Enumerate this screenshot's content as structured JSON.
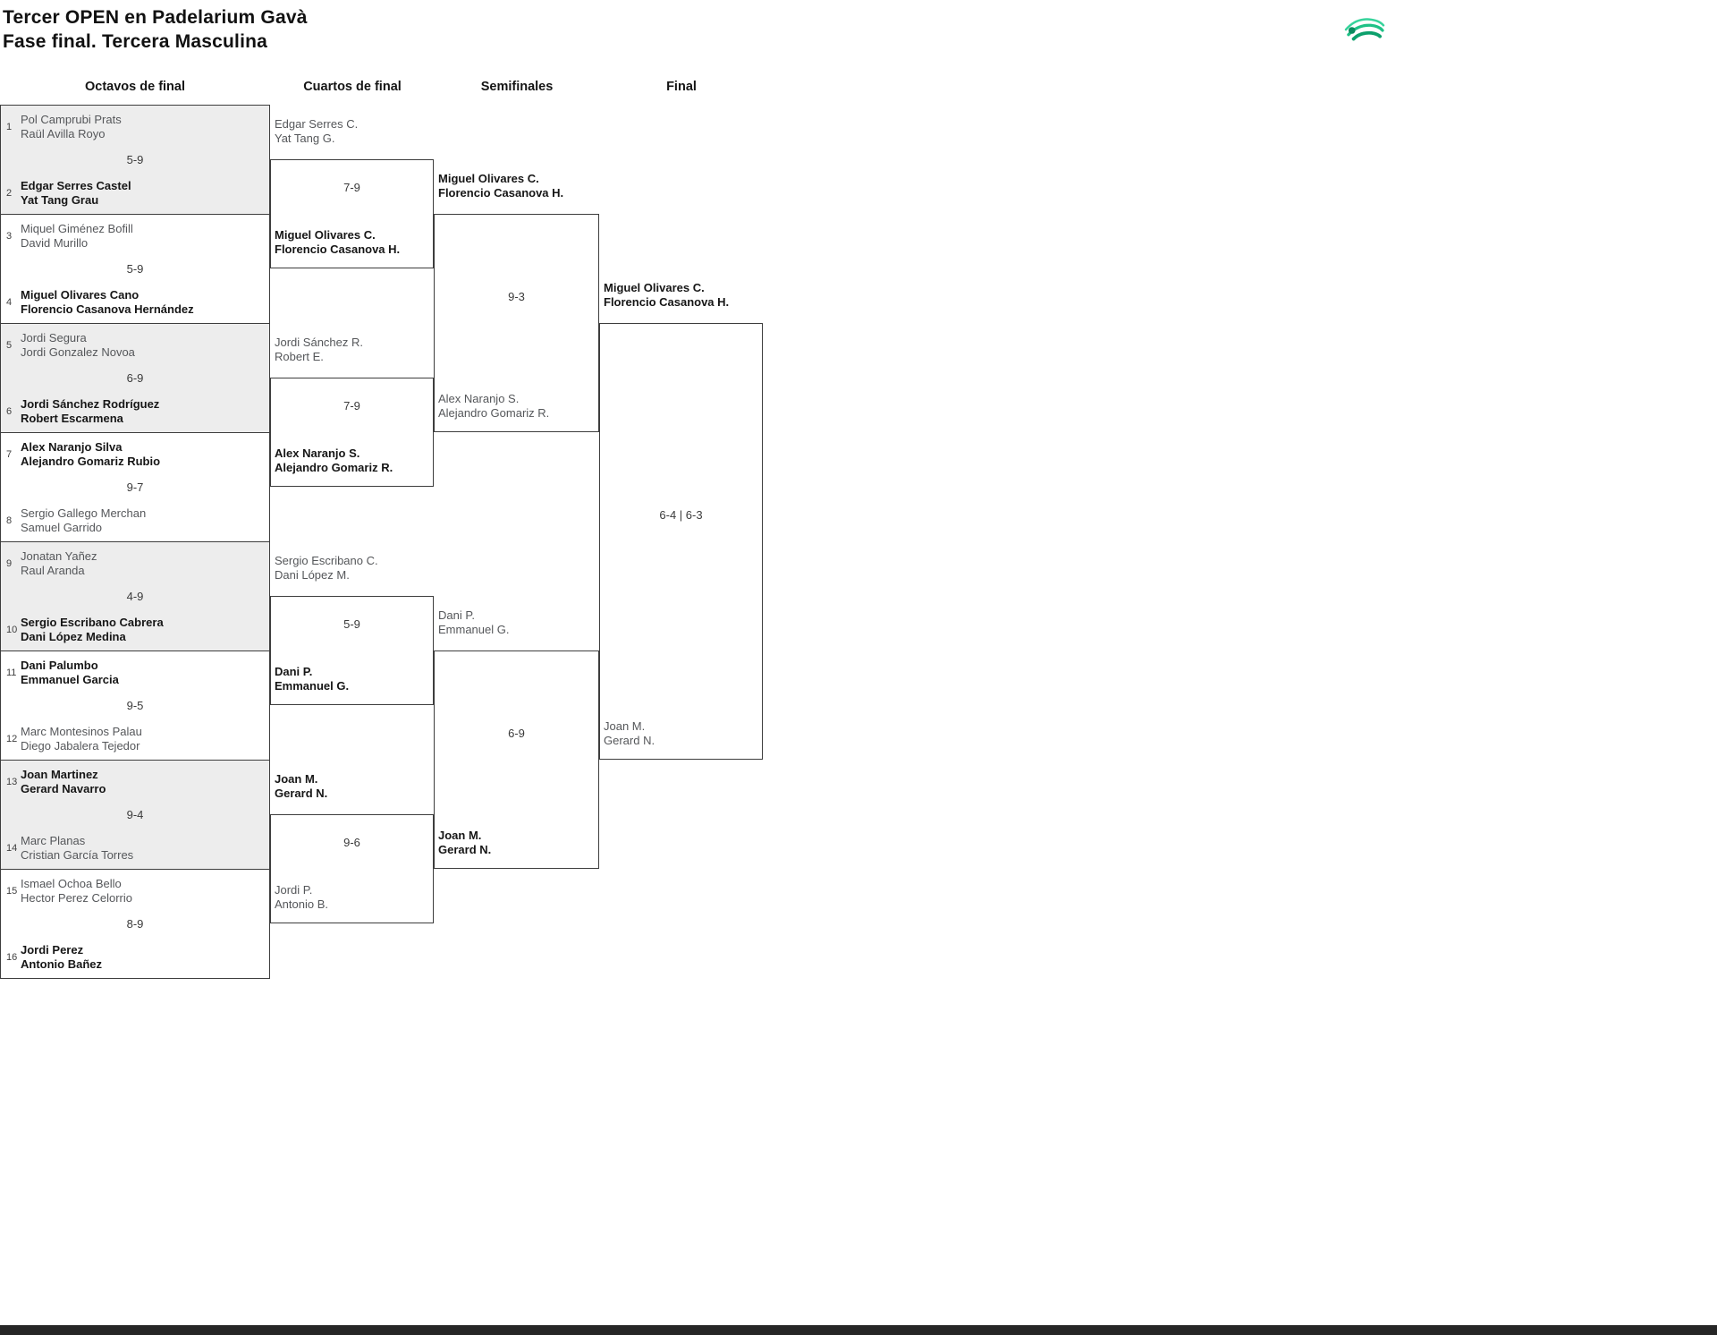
{
  "page": {
    "title_line1": "Tercer OPEN en Padelarium Gavà",
    "title_line2": "Fase final. Tercera Masculina"
  },
  "round_headers": [
    "Octavos de final",
    "Cuartos de final",
    "Semifinales",
    "Final"
  ],
  "octavos": {
    "matches": [
      {
        "score": "5-9",
        "winner": "team2",
        "team1": {
          "seed": "1",
          "player1": "Pol Camprubi Prats",
          "player2": "Raül Avilla Royo"
        },
        "team2": {
          "seed": "2",
          "player1": "Edgar Serres Castel",
          "player2": "Yat Tang Grau"
        }
      },
      {
        "score": "5-9",
        "winner": "team2",
        "team1": {
          "seed": "3",
          "player1": "Miquel Giménez Bofill",
          "player2": "David Murillo"
        },
        "team2": {
          "seed": "4",
          "player1": "Miguel Olivares Cano",
          "player2": "Florencio Casanova Hernández"
        }
      },
      {
        "score": "6-9",
        "winner": "team2",
        "team1": {
          "seed": "5",
          "player1": "Jordi Segura",
          "player2": "Jordi Gonzalez Novoa"
        },
        "team2": {
          "seed": "6",
          "player1": "Jordi Sánchez Rodríguez",
          "player2": "Robert Escarmena"
        }
      },
      {
        "score": "9-7",
        "winner": "team1",
        "team1": {
          "seed": "7",
          "player1": "Alex Naranjo Silva",
          "player2": "Alejandro Gomariz Rubio"
        },
        "team2": {
          "seed": "8",
          "player1": "Sergio Gallego Merchan",
          "player2": "Samuel Garrido"
        }
      },
      {
        "score": "4-9",
        "winner": "team2",
        "team1": {
          "seed": "9",
          "player1": "Jonatan Yañez",
          "player2": "Raul Aranda"
        },
        "team2": {
          "seed": "10",
          "player1": "Sergio Escribano Cabrera",
          "player2": "Dani López Medina"
        }
      },
      {
        "score": "9-5",
        "winner": "team1",
        "team1": {
          "seed": "11",
          "player1": "Dani Palumbo",
          "player2": "Emmanuel Garcia"
        },
        "team2": {
          "seed": "12",
          "player1": "Marc Montesinos Palau",
          "player2": "Diego Jabalera Tejedor"
        }
      },
      {
        "score": "9-4",
        "winner": "team1",
        "team1": {
          "seed": "13",
          "player1": "Joan Martinez",
          "player2": "Gerard Navarro"
        },
        "team2": {
          "seed": "14",
          "player1": "Marc Planas",
          "player2": "Cristian García Torres"
        }
      },
      {
        "score": "8-9",
        "winner": "team2",
        "team1": {
          "seed": "15",
          "player1": "Ismael Ochoa Bello",
          "player2": "Hector Perez Celorrio"
        },
        "team2": {
          "seed": "16",
          "player1": "Jordi Perez",
          "player2": "Antonio Bañez"
        }
      }
    ]
  },
  "cuartos": {
    "matches": [
      {
        "score": "7-9",
        "winner": "team2",
        "team1": {
          "player1": "Edgar Serres C.",
          "player2": "Yat Tang G."
        },
        "team2": {
          "player1": "Miguel Olivares C.",
          "player2": "Florencio Casanova H."
        }
      },
      {
        "score": "7-9",
        "winner": "team2",
        "team1": {
          "player1": "Jordi Sánchez R.",
          "player2": "Robert E."
        },
        "team2": {
          "player1": "Alex Naranjo S.",
          "player2": "Alejandro Gomariz R."
        }
      },
      {
        "score": "5-9",
        "winner": "team2",
        "team1": {
          "player1": "Sergio Escribano C.",
          "player2": "Dani López M."
        },
        "team2": {
          "player1": "Dani P.",
          "player2": "Emmanuel G."
        }
      },
      {
        "score": "9-6",
        "winner": "team1",
        "team1": {
          "player1": "Joan M.",
          "player2": "Gerard N."
        },
        "team2": {
          "player1": "Jordi P.",
          "player2": "Antonio B."
        }
      }
    ]
  },
  "semifinales": {
    "matches": [
      {
        "score": "9-3",
        "winner": "team1",
        "team1": {
          "player1": "Miguel Olivares C.",
          "player2": "Florencio Casanova H."
        },
        "team2": {
          "player1": "Alex Naranjo S.",
          "player2": "Alejandro Gomariz R."
        }
      },
      {
        "score": "6-9",
        "winner": "team2",
        "team1": {
          "player1": "Dani P.",
          "player2": "Emmanuel G."
        },
        "team2": {
          "player1": "Joan M.",
          "player2": "Gerard N."
        }
      }
    ]
  },
  "final_round": {
    "matches": [
      {
        "score": "6-4 | 6-3",
        "winner": "team1",
        "team1": {
          "player1": "Miguel Olivares C.",
          "player2": "Florencio Casanova H."
        },
        "team2": {
          "player1": "Joan M.",
          "player2": "Gerard N."
        }
      }
    ]
  },
  "logo": {
    "color_light": "#36d39b",
    "color_mid": "#1ec186",
    "color_dark": "#0ca06c"
  }
}
